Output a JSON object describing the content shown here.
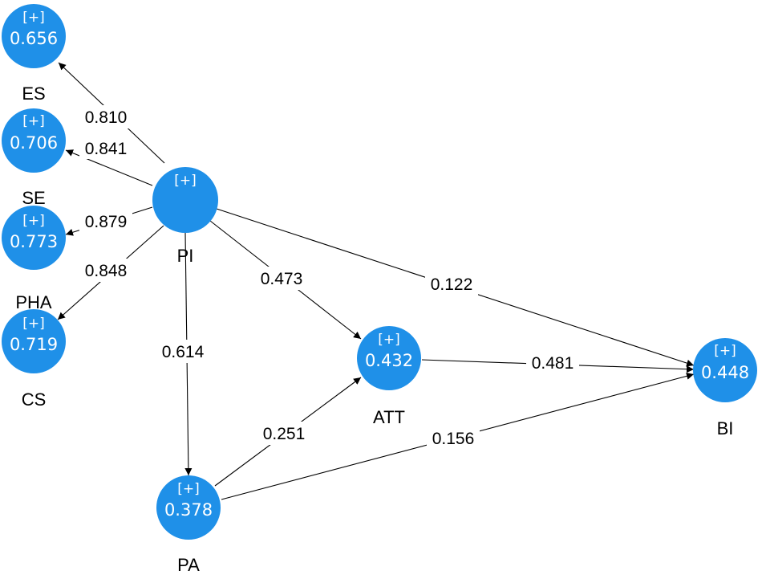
{
  "diagram": {
    "nodes": {
      "ES": {
        "label": "ES",
        "value": "0.656",
        "expand": "[+]"
      },
      "SE": {
        "label": "SE",
        "value": "0.706",
        "expand": "[+]"
      },
      "PHA": {
        "label": "PHA",
        "value": "0.773",
        "expand": "[+]"
      },
      "CS": {
        "label": "CS",
        "value": "0.719",
        "expand": "[+]"
      },
      "PI": {
        "label": "PI",
        "value": "",
        "expand": "[+]"
      },
      "ATT": {
        "label": "ATT",
        "value": "0.432",
        "expand": "[+]"
      },
      "PA": {
        "label": "PA",
        "value": "0.378",
        "expand": "[+]"
      },
      "BI": {
        "label": "BI",
        "value": "0.448",
        "expand": "[+]"
      }
    },
    "edges": {
      "PI_ES": {
        "from": "PI",
        "to": "ES",
        "label": "0.810"
      },
      "PI_SE": {
        "from": "PI",
        "to": "SE",
        "label": "0.841"
      },
      "PI_PHA": {
        "from": "PI",
        "to": "PHA",
        "label": "0.879"
      },
      "PI_CS": {
        "from": "PI",
        "to": "CS",
        "label": "0.848"
      },
      "PI_ATT": {
        "from": "PI",
        "to": "ATT",
        "label": "0.473"
      },
      "PI_BI": {
        "from": "PI",
        "to": "BI",
        "label": "0.122"
      },
      "PI_PA": {
        "from": "PI",
        "to": "PA",
        "label": "0.614"
      },
      "ATT_BI": {
        "from": "ATT",
        "to": "BI",
        "label": "0.481"
      },
      "PA_ATT": {
        "from": "PA",
        "to": "ATT",
        "label": "0.251"
      },
      "PA_BI": {
        "from": "PA",
        "to": "BI",
        "label": "0.156"
      }
    },
    "colors": {
      "node_fill": "#1f90e8",
      "node_text": "#ffffff",
      "line": "#000000"
    }
  }
}
